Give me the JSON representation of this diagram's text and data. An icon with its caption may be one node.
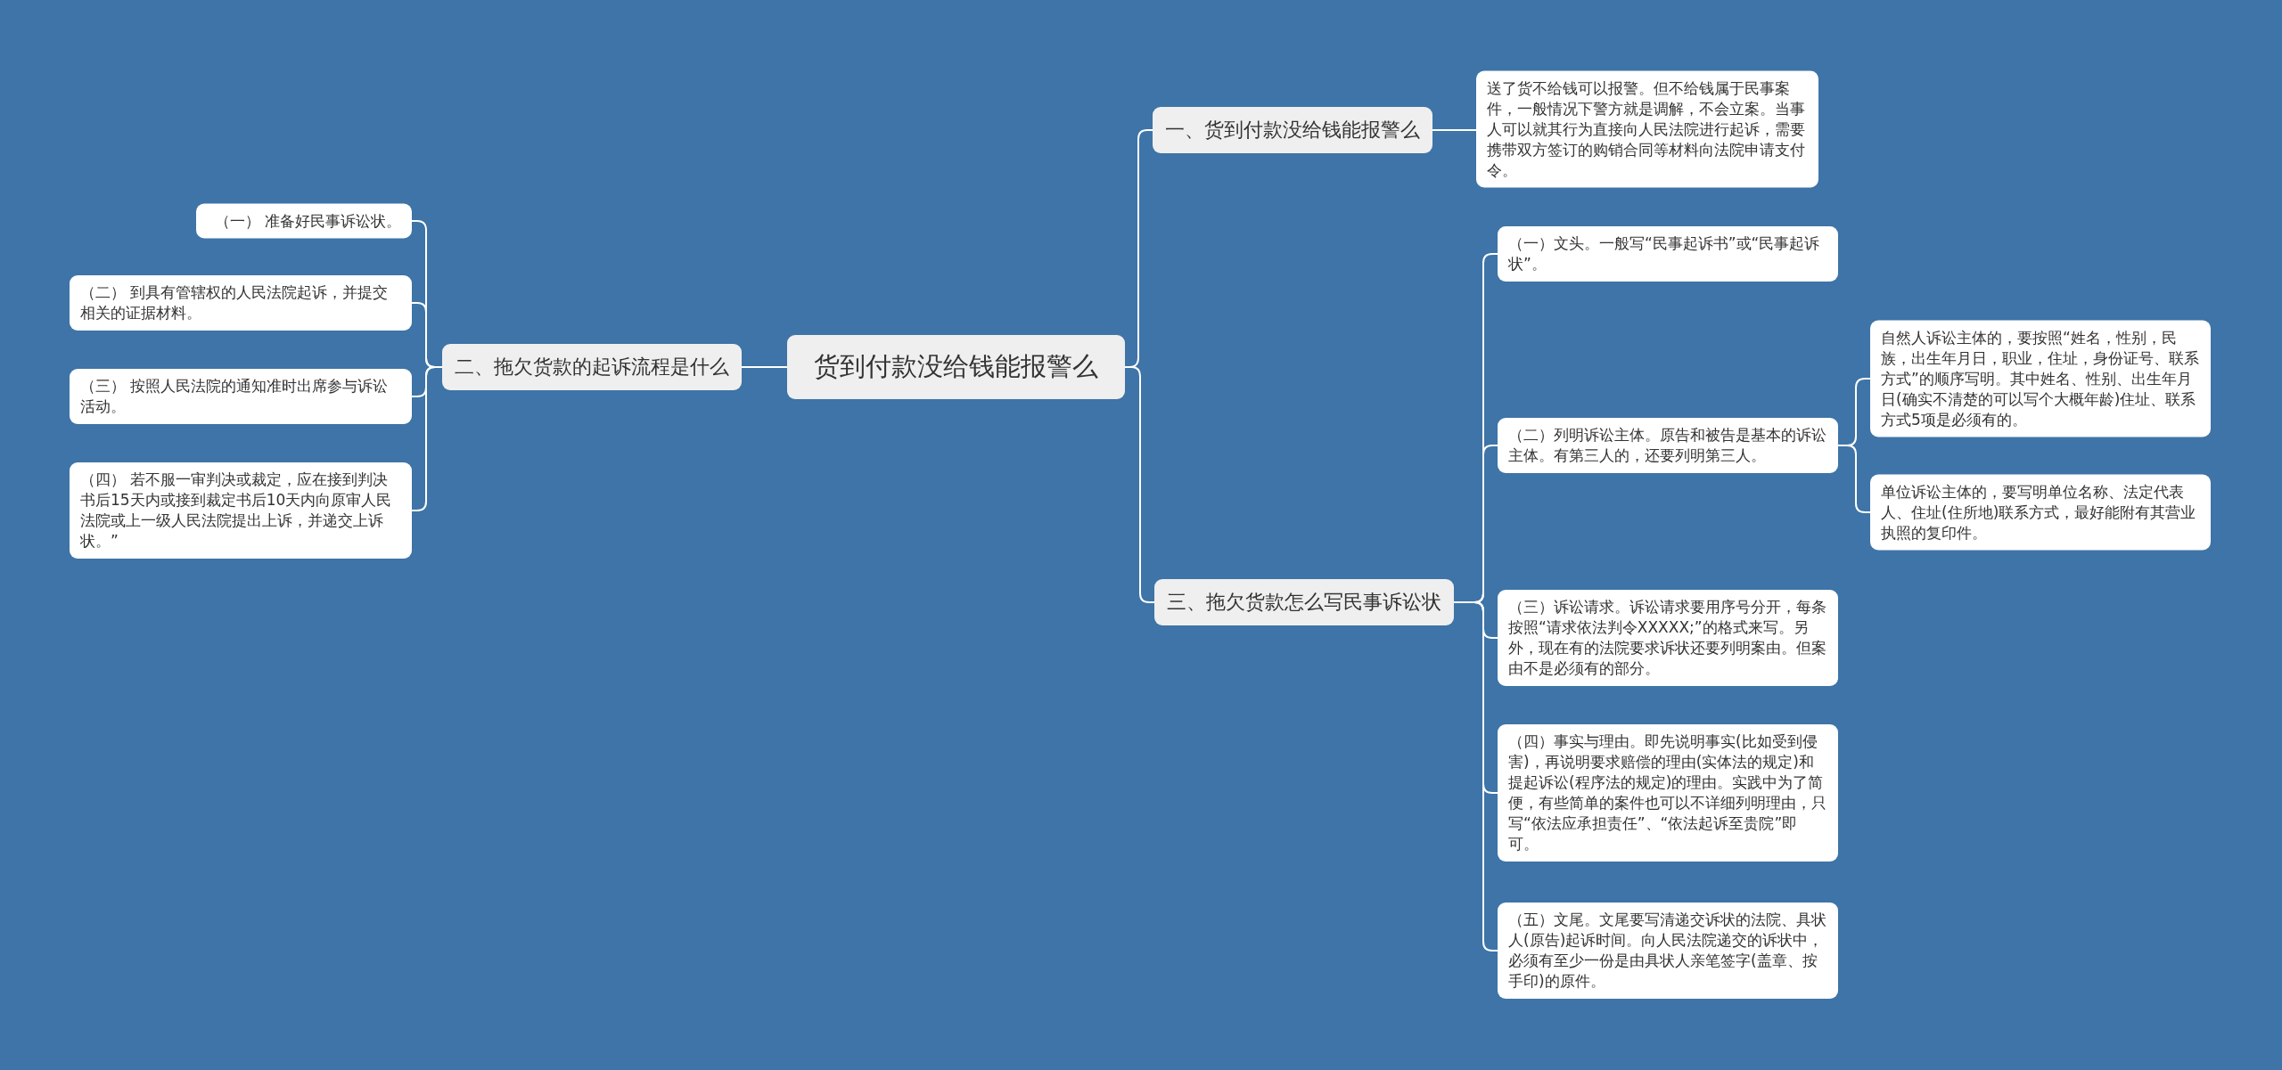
{
  "diagram": {
    "nodes": [
      {
        "text": [
          "货到付款没给钱能报警么"
        ]
      },
      {
        "text": [
          "一、货到付款没给钱能报警么"
        ]
      },
      {
        "text": [
          "送了货不给钱可以报警。但不给钱属于民事案件，一般情况下警方就是调解，不会立案。当事人可以就其行为直接向人民法院进行起诉，需要携带双方签订的购销合同等材料向法院申请支付令。"
        ]
      },
      {
        "text": [
          "二、拖欠货款的起诉流程是什么"
        ]
      },
      {
        "text": [
          "（一） 准备好民事诉讼状。"
        ]
      },
      {
        "text": [
          "（二） 到具有管辖权的人民法院起诉，并提交相关的证据材料。"
        ]
      },
      {
        "text": [
          "（三） 按照人民法院的通知准时出席参与诉讼活动。"
        ]
      },
      {
        "text": [
          "（四） 若不服一审判决或裁定，应在接到判决书后15天内或接到裁定书后10天内向原审人民法院或上一级人民法院提出上诉，并递交上诉状。”"
        ]
      },
      {
        "text": [
          "三、拖欠货款怎么写民事诉讼状"
        ]
      },
      {
        "text": [
          "（一）文头。一般写“民事起诉书”或“民事起诉状”。"
        ]
      },
      {
        "text": [
          "（二）列明诉讼主体。原告和被告是基本的诉讼主体。有第三人的，还要列明第三人。"
        ]
      },
      {
        "text": [
          "（三）诉讼请求。诉讼请求要用序号分开，每条按照“请求依法判令XXXXX;”的格式来写。另外，现在有的法院要求诉状还要列明案由。但案由不是必须有的部分。"
        ]
      },
      {
        "text": [
          "（四）事实与理由。即先说明事实(比如受到侵害)，再说明要求赔偿的理由(实体法的规定)和提起诉讼(程序法的规定)的理由。实践中为了简便，有些简单的案件也可以不详细列明理由，只写“依法应承担责任”、“依法起诉至贵院”即可。"
        ]
      },
      {
        "text": [
          "（五）文尾。文尾要写清递交诉状的法院、具状人(原告)起诉时间。向人民法院递交的诉状中，必须有至少一份是由具状人亲笔签字(盖章、按手印)的原件。"
        ]
      },
      {
        "text": [
          "自然人诉讼主体的，要按照“姓名，性别，民族，出生年月日，职业，住址，身份证号、联系方式”的顺序写明。其中姓名、性别、出生年月日(确实不清楚的可以写个大概年龄)住址、联系方式5项是必须有的。"
        ]
      },
      {
        "text": [
          "单位诉讼主体的，要写明单位名称、法定代表人、住址(住所地)联系方式，最好能附有其营业执照的复印件。"
        ]
      }
    ],
    "edges": [
      {
        "from": 0,
        "to": 1,
        "arrow": "none"
      },
      {
        "from": 1,
        "to": 2,
        "arrow": "none"
      },
      {
        "from": 0,
        "to": 3,
        "arrow": "none"
      },
      {
        "from": 3,
        "to": 4,
        "arrow": "none"
      },
      {
        "from": 3,
        "to": 5,
        "arrow": "none"
      },
      {
        "from": 3,
        "to": 6,
        "arrow": "none"
      },
      {
        "from": 3,
        "to": 7,
        "arrow": "none"
      },
      {
        "from": 0,
        "to": 8,
        "arrow": "none"
      },
      {
        "from": 8,
        "to": 9,
        "arrow": "none"
      },
      {
        "from": 8,
        "to": 10,
        "arrow": "none"
      },
      {
        "from": 8,
        "to": 11,
        "arrow": "none"
      },
      {
        "from": 8,
        "to": 12,
        "arrow": "none"
      },
      {
        "from": 8,
        "to": 13,
        "arrow": "none"
      },
      {
        "from": 10,
        "to": 14,
        "arrow": "none"
      },
      {
        "from": 10,
        "to": 15,
        "arrow": "none"
      }
    ]
  }
}
